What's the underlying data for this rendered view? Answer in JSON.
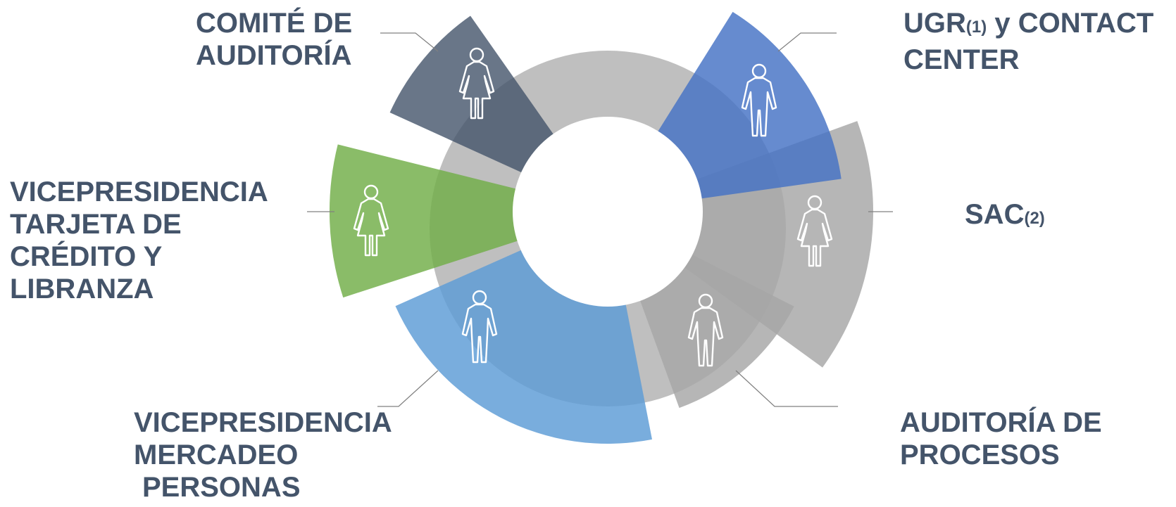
{
  "colors": {
    "ring": "#bfbfbf",
    "text": "#44546a",
    "comite": "#44546a",
    "ugr": "#4472c4",
    "sac": "#a6a6a6",
    "auditoria": "#a6a6a6",
    "vp_mercadeo": "#5b9bd5",
    "vp_tarjeta": "#70ad47",
    "icon_stroke": "#ffffff",
    "connector": "#808080"
  },
  "segments": [
    {
      "id": "comite",
      "label_lines": [
        "COMITÉ DE",
        "AUDITORÍA"
      ],
      "icon": "person-female-icon"
    },
    {
      "id": "ugr",
      "label_lines": [
        "UGR",
        "(1)",
        " y CONTACT",
        "CENTER"
      ],
      "icon": "person-male-icon"
    },
    {
      "id": "sac",
      "label_lines": [
        "SAC",
        "(2)"
      ],
      "icon": "person-female-icon"
    },
    {
      "id": "auditoria",
      "label_lines": [
        "AUDITORÍA DE",
        "PROCESOS"
      ],
      "icon": "person-male-icon"
    },
    {
      "id": "vp_mercadeo",
      "label_lines": [
        "VICEPRESIDENCIA",
        "MERCADEO",
        "PERSONAS"
      ],
      "icon": "person-male-icon"
    },
    {
      "id": "vp_tarjeta",
      "label_lines": [
        "VICEPRESIDENCIA",
        "TARJETA DE",
        "CRÉDITO Y",
        "LIBRANZA"
      ],
      "icon": "person-female-icon"
    }
  ]
}
